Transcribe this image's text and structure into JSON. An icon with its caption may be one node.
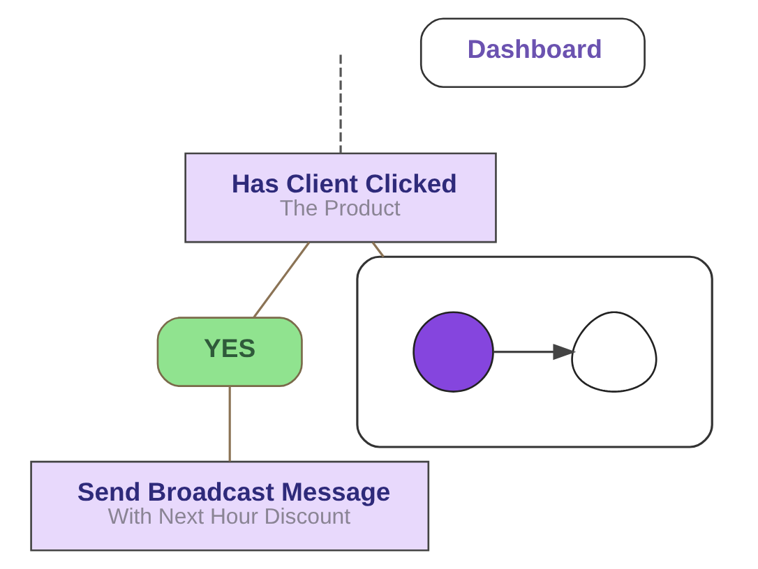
{
  "diagram": {
    "nodes": [
      {
        "text": [
          "Has Client Clicked",
          "The Product"
        ]
      },
      {
        "text": [
          "YES"
        ]
      },
      {
        "text": [
          "Send Broadcast Message",
          "With Next Hour Discount"
        ]
      },
      {
        "text": [],
        "shape": "box"
      },
      {
        "text": [],
        "shape": "circle",
        "in": 3
      },
      {
        "text": [],
        "shape": "person",
        "in": 3
      },
      {
        "text": [
          "Dashboard"
        ]
      }
    ],
    "edges": [
      {
        "from": null,
        "to": 0,
        "arrow": "none",
        "style": "dashed",
        "color": "#555555"
      },
      {
        "from": 0,
        "to": 1,
        "arrow": "none"
      },
      {
        "from": 1,
        "to": 2,
        "arrow": "none"
      },
      {
        "from": 0,
        "to": 3,
        "arrow": "none"
      },
      {
        "from": 4,
        "to": 5,
        "arrow": "to",
        "color": "#444444"
      }
    ]
  }
}
